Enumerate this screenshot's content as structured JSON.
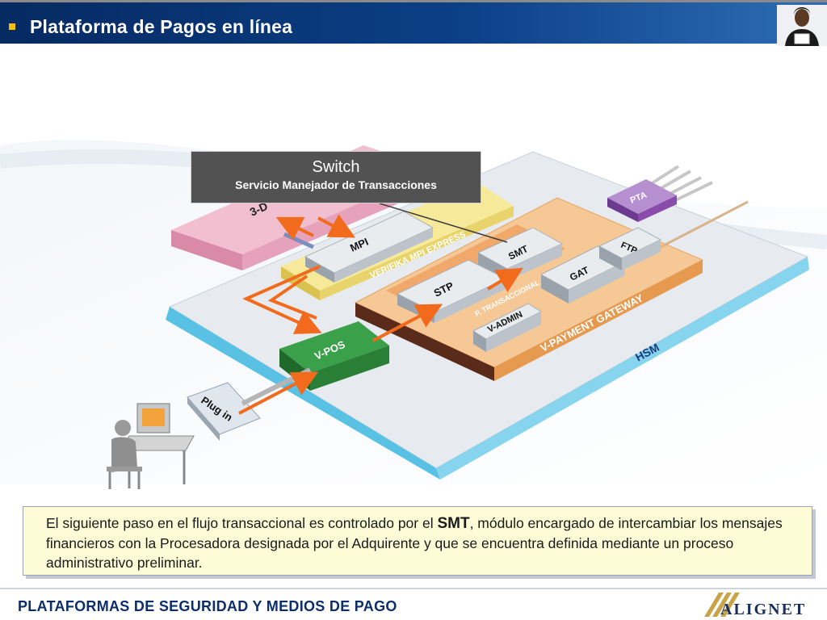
{
  "header": {
    "title": "Plataforma de Pagos en línea"
  },
  "callout": {
    "title": "Switch",
    "subtitle": "Servicio Manejador de Transacciones"
  },
  "diagram": {
    "modules": {
      "three_d": "3-D",
      "verifika": "VERIFIKA MPI EXPRESS",
      "mpi": "MPI",
      "smt": "SMT",
      "stp": "STP",
      "gat": "GAT",
      "ftp": "FTP",
      "pta": "PTA",
      "vadmin": "V-ADMIN",
      "ptrans": "P. TRANSACCIONAL",
      "vpg": "V-PAYMENT GATEWAY",
      "hsm": "HSM",
      "vpos": "V-POS",
      "plugin": "Plug in"
    }
  },
  "description": {
    "part1": "El siguiente paso en el flujo transaccional es controlado por el ",
    "smt": "SMT",
    "part2": ", módulo encargado de intercambiar los mensajes financieros con la Procesadora designada por el Adquirente y que se encuentra definida mediante un proceso administrativo preliminar."
  },
  "footer": {
    "title": "PLATAFORMAS DE SEGURIDAD Y MEDIOS DE PAGO",
    "logo": "ALIGNET"
  },
  "colors": {
    "header": "#0b3f86",
    "accent": "#f2c200",
    "arrow": "#f26b1d",
    "board": "#e6eaee",
    "board_edge": "#5cc3e6",
    "vpos": "#2e8b3a",
    "pta": "#8a4caa",
    "three_d": "#e8a4bb",
    "verifika": "#f2e07a",
    "vpg": "#f1b87a"
  }
}
